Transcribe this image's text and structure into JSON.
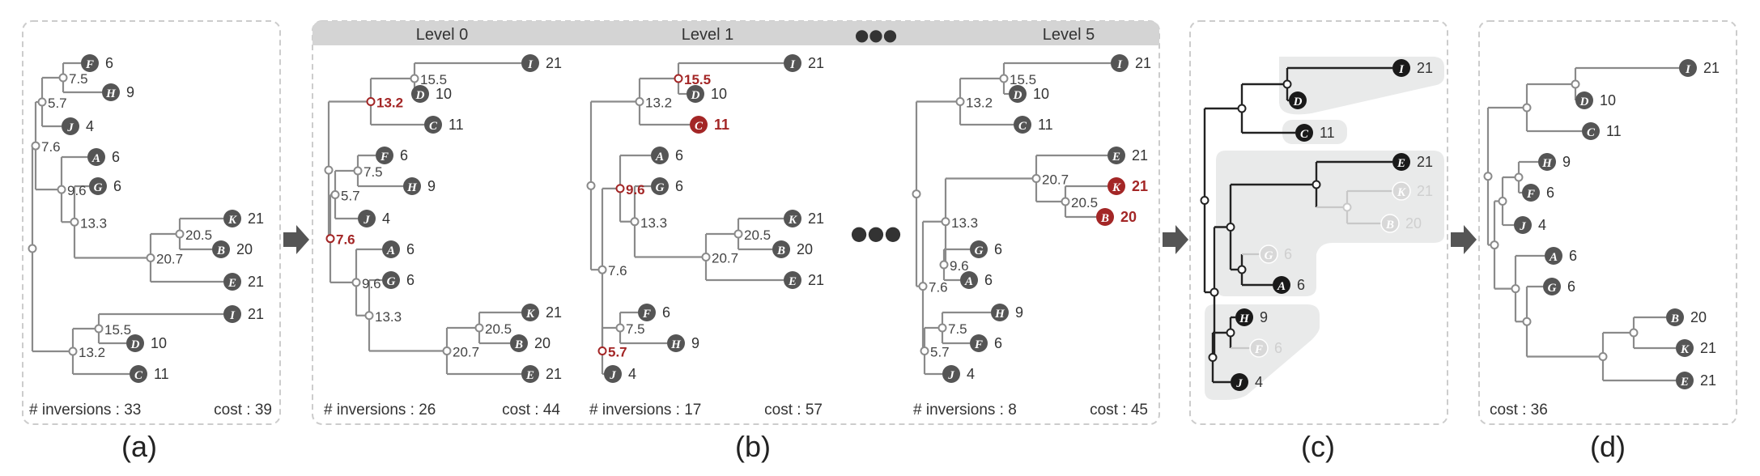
{
  "panels": {
    "a": {
      "caption": "(a)",
      "inversions": "# inversions : 33",
      "cost": "cost : 39",
      "merge_values": [
        "7.5",
        "5.7",
        "7.6",
        "9.6",
        "13.3",
        "20.5",
        "20.7",
        "15.5",
        "13.2"
      ],
      "leaves": [
        {
          "letter": "F",
          "value": "6"
        },
        {
          "letter": "H",
          "value": "9"
        },
        {
          "letter": "J",
          "value": "4"
        },
        {
          "letter": "A",
          "value": "6"
        },
        {
          "letter": "G",
          "value": "6"
        },
        {
          "letter": "K",
          "value": "21"
        },
        {
          "letter": "B",
          "value": "20"
        },
        {
          "letter": "E",
          "value": "21"
        },
        {
          "letter": "I",
          "value": "21"
        },
        {
          "letter": "D",
          "value": "10"
        },
        {
          "letter": "C",
          "value": "11"
        }
      ]
    },
    "b": {
      "caption": "(b)",
      "levels": [
        "Level 0",
        "Level 1",
        "Level 5"
      ],
      "ellipsis": "●●●",
      "level0": {
        "inversions": "# inversions : 26",
        "cost": "cost : 44",
        "merge_values": [
          "15.5",
          "13.2",
          "7.5",
          "5.7",
          "7.6",
          "9.6",
          "13.3",
          "20.5",
          "20.7"
        ],
        "highlight_values": [
          "13.2",
          "7.6"
        ],
        "leaves": [
          {
            "letter": "I",
            "value": "21"
          },
          {
            "letter": "D",
            "value": "10"
          },
          {
            "letter": "C",
            "value": "11"
          },
          {
            "letter": "F",
            "value": "6"
          },
          {
            "letter": "H",
            "value": "9"
          },
          {
            "letter": "J",
            "value": "4"
          },
          {
            "letter": "A",
            "value": "6"
          },
          {
            "letter": "G",
            "value": "6"
          },
          {
            "letter": "K",
            "value": "21"
          },
          {
            "letter": "B",
            "value": "20"
          },
          {
            "letter": "E",
            "value": "21"
          }
        ]
      },
      "level1": {
        "inversions": "# inversions : 17",
        "cost": "cost : 57",
        "merge_values": [
          "15.5",
          "13.2",
          "9.6",
          "13.3",
          "20.5",
          "20.7",
          "7.6",
          "7.5",
          "5.7"
        ],
        "highlight_values": [
          "15.5",
          "9.6",
          "5.7"
        ],
        "leaves": [
          {
            "letter": "I",
            "value": "21"
          },
          {
            "letter": "D",
            "value": "10"
          },
          {
            "letter": "C",
            "value": "11"
          },
          {
            "letter": "A",
            "value": "6"
          },
          {
            "letter": "G",
            "value": "6"
          },
          {
            "letter": "K",
            "value": "21"
          },
          {
            "letter": "B",
            "value": "20"
          },
          {
            "letter": "E",
            "value": "21"
          },
          {
            "letter": "F",
            "value": "6"
          },
          {
            "letter": "H",
            "value": "9"
          },
          {
            "letter": "J",
            "value": "4"
          }
        ]
      },
      "level5": {
        "inversions": "# inversions : 8",
        "cost": "cost : 45",
        "merge_values": [
          "15.5",
          "13.2",
          "20.7",
          "20.5",
          "13.3",
          "9.6",
          "7.6",
          "7.5",
          "5.7"
        ],
        "leaves": [
          {
            "letter": "I",
            "value": "21"
          },
          {
            "letter": "D",
            "value": "10"
          },
          {
            "letter": "C",
            "value": "11"
          },
          {
            "letter": "E",
            "value": "21"
          },
          {
            "letter": "K",
            "value": "21"
          },
          {
            "letter": "B",
            "value": "20"
          },
          {
            "letter": "G",
            "value": "6"
          },
          {
            "letter": "A",
            "value": "6"
          },
          {
            "letter": "H",
            "value": "9"
          },
          {
            "letter": "F",
            "value": "6"
          },
          {
            "letter": "J",
            "value": "4"
          }
        ]
      }
    },
    "c": {
      "caption": "(c)",
      "leaves": [
        {
          "letter": "I",
          "value": "21"
        },
        {
          "letter": "D",
          "value": ""
        },
        {
          "letter": "C",
          "value": "11"
        },
        {
          "letter": "E",
          "value": "21"
        },
        {
          "letter": "K",
          "value": "21"
        },
        {
          "letter": "B",
          "value": "20"
        },
        {
          "letter": "G",
          "value": "6"
        },
        {
          "letter": "A",
          "value": "6"
        },
        {
          "letter": "H",
          "value": "9"
        },
        {
          "letter": "F",
          "value": "6"
        },
        {
          "letter": "J",
          "value": "4"
        }
      ]
    },
    "d": {
      "caption": "(d)",
      "cost": "cost : 36",
      "leaves": [
        {
          "letter": "I",
          "value": "21"
        },
        {
          "letter": "D",
          "value": "10"
        },
        {
          "letter": "C",
          "value": "11"
        },
        {
          "letter": "H",
          "value": "9"
        },
        {
          "letter": "F",
          "value": "6"
        },
        {
          "letter": "J",
          "value": "4"
        },
        {
          "letter": "A",
          "value": "6"
        },
        {
          "letter": "G",
          "value": "6"
        },
        {
          "letter": "B",
          "value": "20"
        },
        {
          "letter": "K",
          "value": "21"
        },
        {
          "letter": "E",
          "value": "21"
        }
      ]
    }
  },
  "colors": {
    "edge": "#8a8a8a",
    "edge_dark": "#222222",
    "node_fill": "#555555",
    "node_dark": "#1a1a1a",
    "highlight": "#a32626",
    "faded": "#c8c8c8",
    "panel_border": "#cccccc",
    "level_bar": "#d4d4d4",
    "hull": "#e9eaea"
  }
}
